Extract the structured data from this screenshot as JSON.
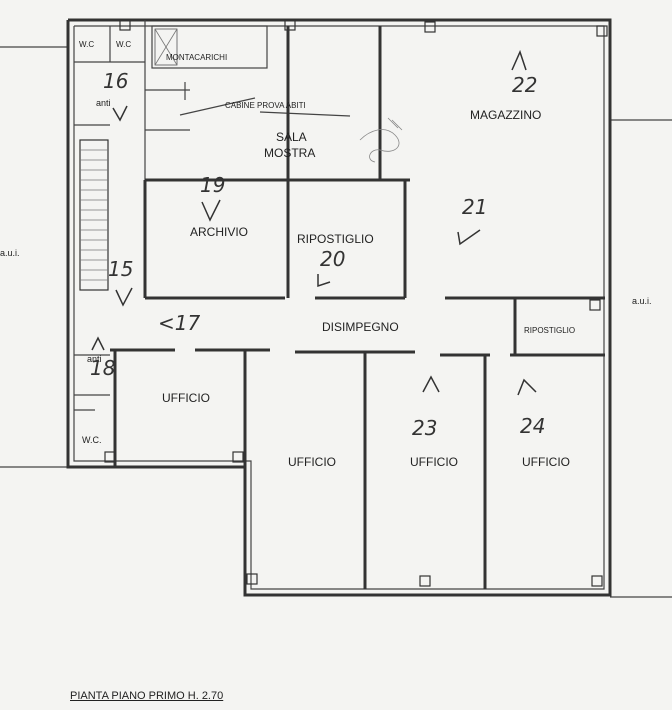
{
  "rooms": {
    "wc_left": "W.C",
    "wc_right": "W.C",
    "montacarichi": "MONTACARICHI",
    "cabine": "CABINE PROVA ABITI",
    "sala_mostra_1": "SALA",
    "sala_mostra_2": "MOSTRA",
    "magazzino": "MAGAZZINO",
    "archivio": "ARCHIVIO",
    "ripostiglio_center": "RIPOSTIGLIO",
    "ripostiglio_right": "RIPOSTIGLIO",
    "disimpegno": "DISIMPEGNO",
    "anti_top": "anti",
    "anti_bottom": "anti",
    "ufficio_1": "UFFICIO",
    "ufficio_2": "UFFICIO",
    "ufficio_3": "UFFICIO",
    "ufficio_4": "UFFICIO",
    "wc_bottom": "W.C."
  },
  "adjacent": {
    "left": "a.u.i.",
    "right": "a.u.i."
  },
  "photo_marks": {
    "m16": "16",
    "m22": "22",
    "m19": "19",
    "m21": "21",
    "m20": "20",
    "m15": "15",
    "m17": "<17",
    "m18": "18",
    "m23": "23",
    "m24": "24"
  },
  "caption": "PIANTA PIANO PRIMO H. 2.70"
}
